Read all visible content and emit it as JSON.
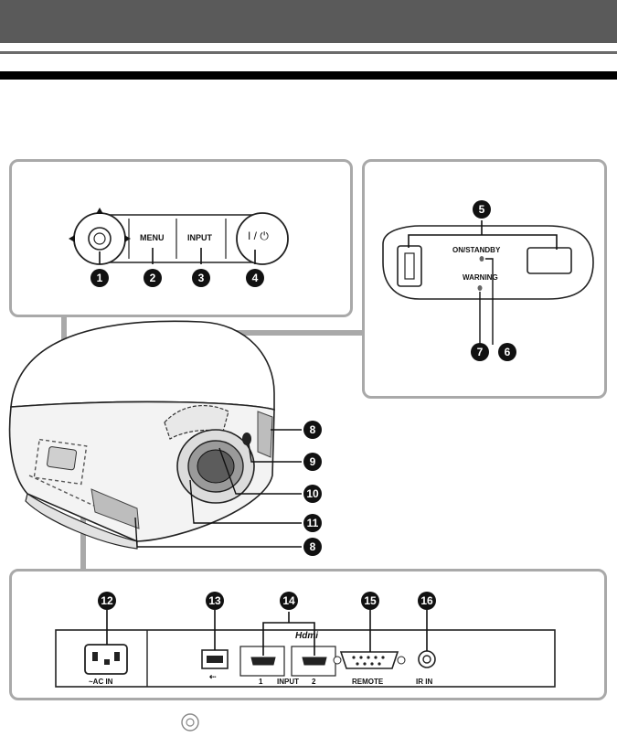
{
  "controls": {
    "menu_label": "MENU",
    "input_label": "INPUT",
    "power_label": "I / ⏻"
  },
  "indicators": {
    "on_standby_label": "ON/STANDBY",
    "warning_label": "WARNING"
  },
  "rear": {
    "ac_in_label": "~AC IN",
    "usb_label": "⇠",
    "hdmi_logo": "Hdmi",
    "hdmi1_label": "1",
    "input_label": "INPUT",
    "hdmi2_label": "2",
    "remote_label": "REMOTE",
    "ir_in_label": "IR IN"
  },
  "callouts": {
    "c1": "1",
    "c2": "2",
    "c3": "3",
    "c4": "4",
    "c5": "5",
    "c6": "6",
    "c7": "7",
    "c8a": "8",
    "c9": "9",
    "c10": "10",
    "c11": "11",
    "c8b": "8",
    "c12": "12",
    "c13": "13",
    "c14": "14",
    "c15": "15",
    "c16": "16"
  },
  "colors": {
    "header": "#5a5a5a",
    "panel_border": "#a9a9a9",
    "callout": "#111111"
  }
}
